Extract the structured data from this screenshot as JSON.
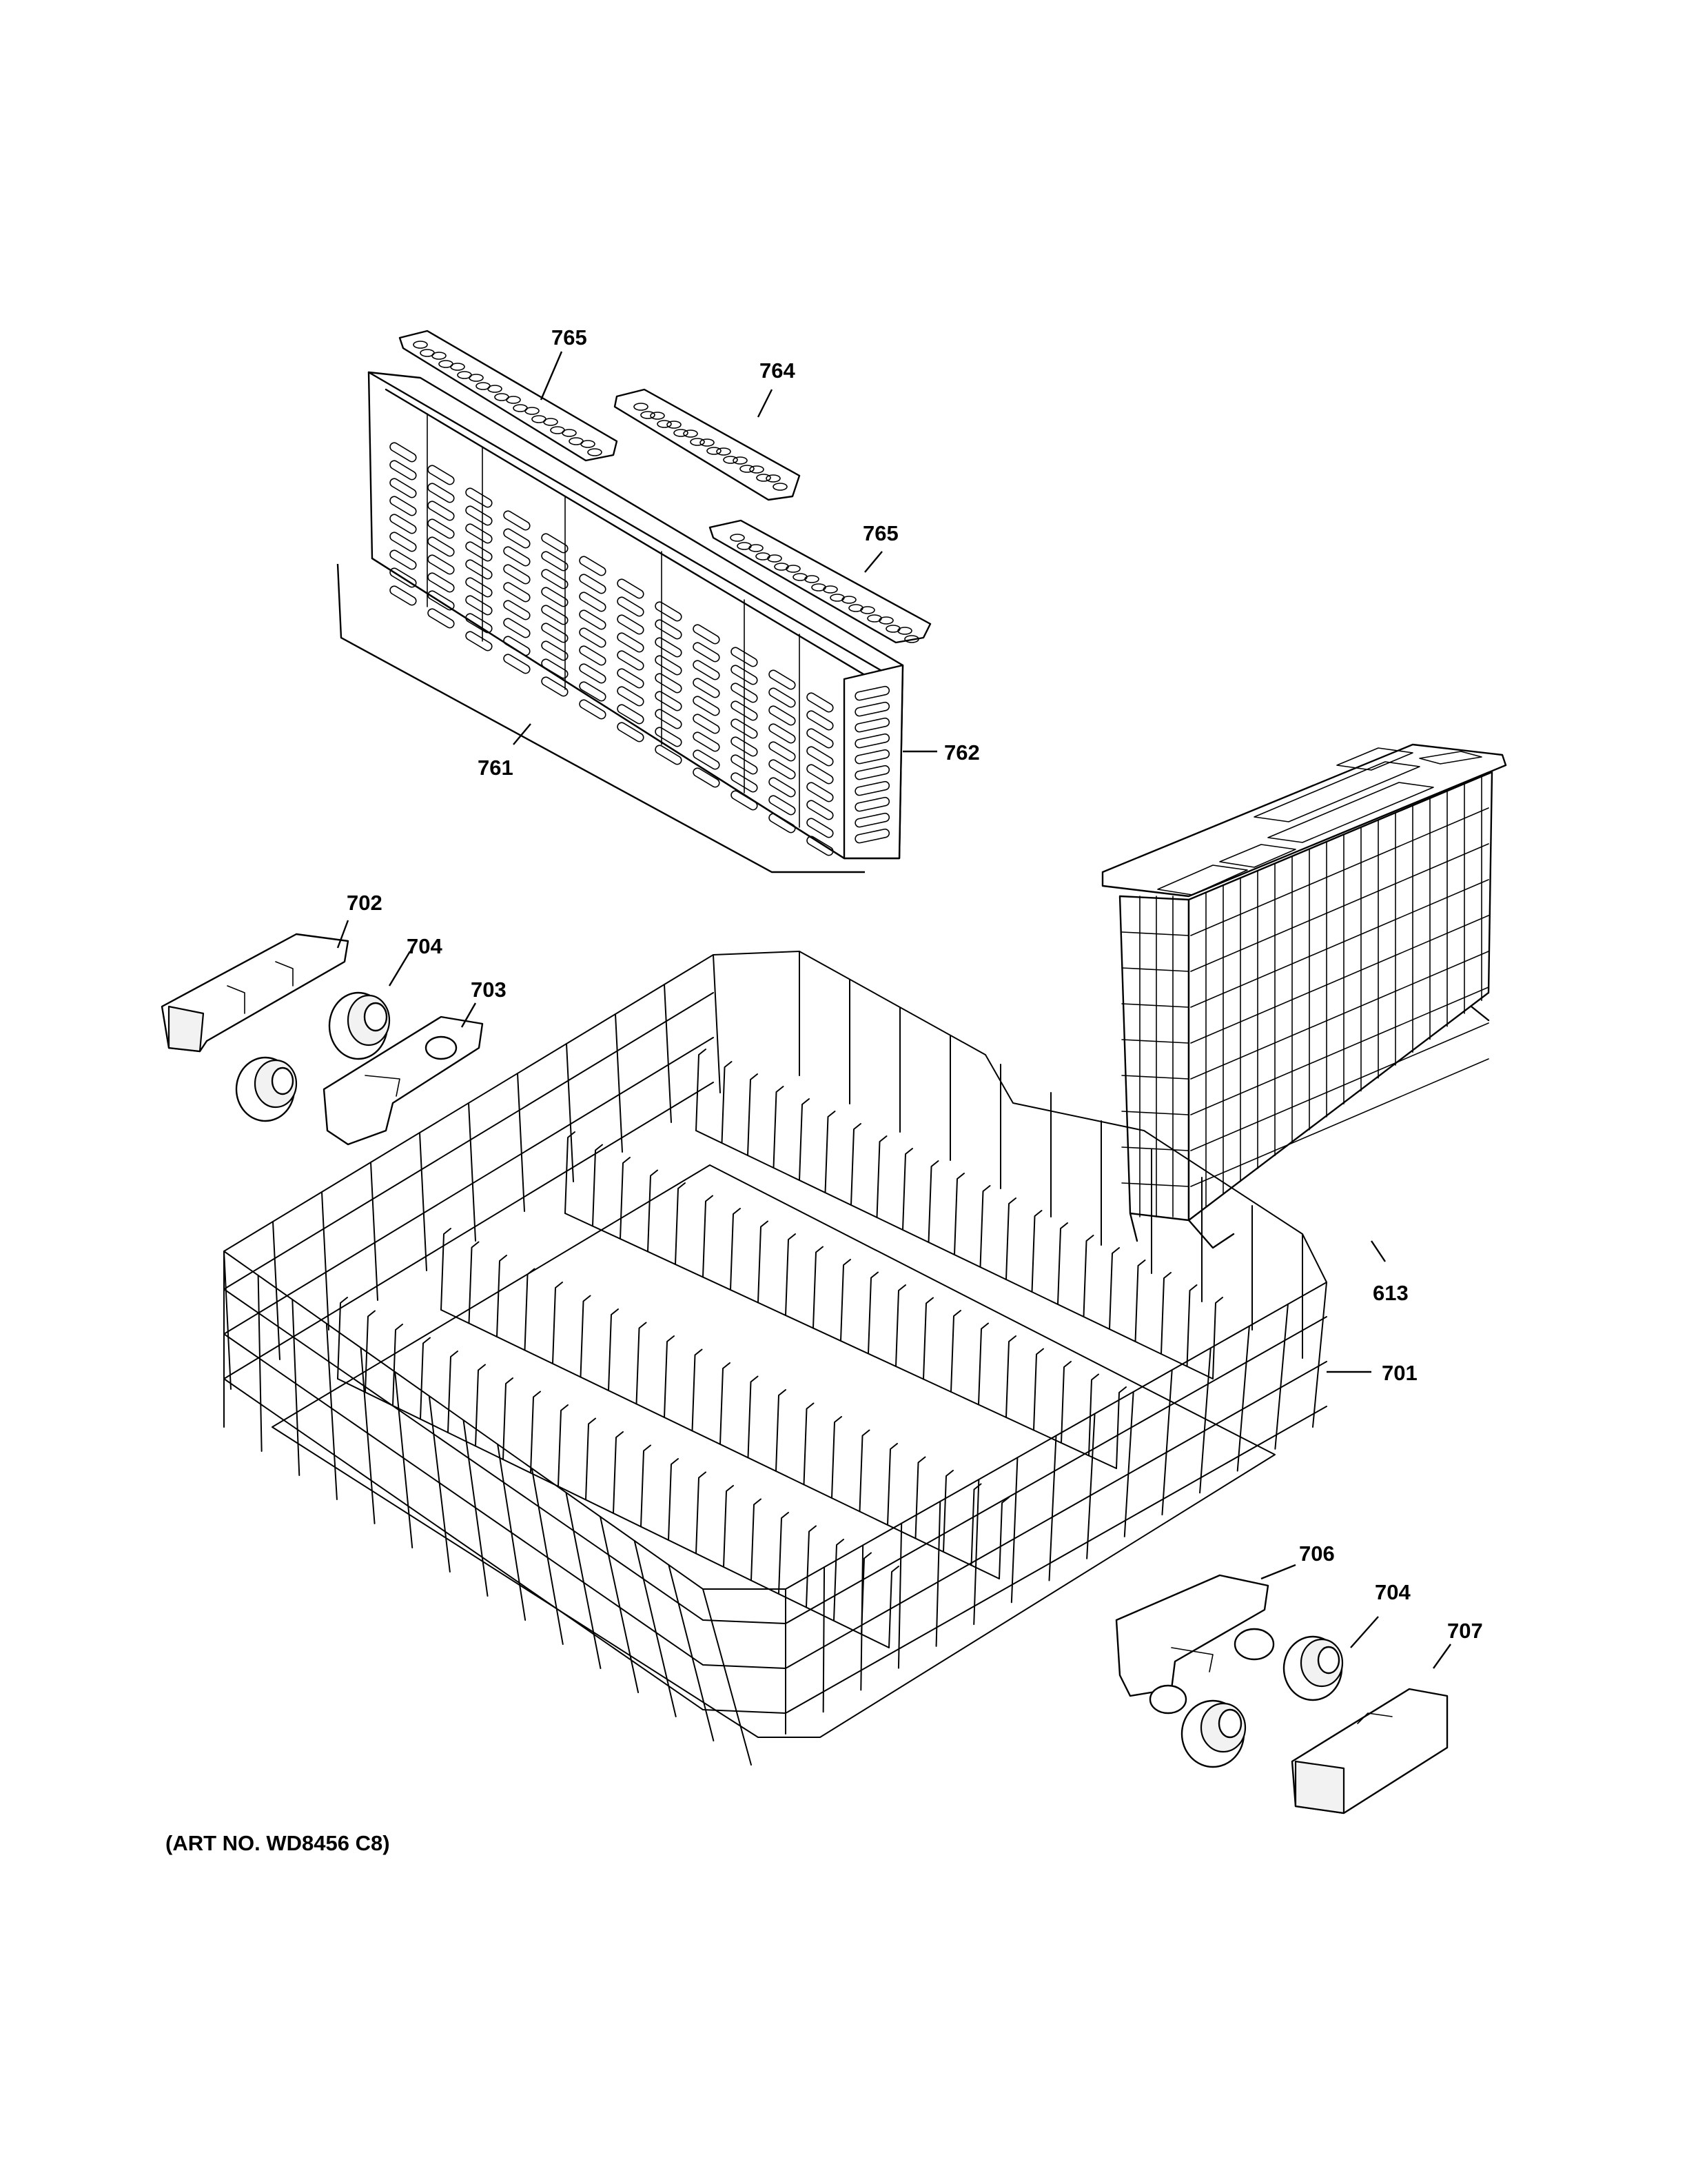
{
  "callouts": [
    {
      "id": "c765a",
      "label": "765"
    },
    {
      "id": "c764",
      "label": "764"
    },
    {
      "id": "c765b",
      "label": "765"
    },
    {
      "id": "c762",
      "label": "762"
    },
    {
      "id": "c761",
      "label": "761"
    },
    {
      "id": "c702",
      "label": "702"
    },
    {
      "id": "c704a",
      "label": "704"
    },
    {
      "id": "c703",
      "label": "703"
    },
    {
      "id": "c613",
      "label": "613"
    },
    {
      "id": "c701",
      "label": "701"
    },
    {
      "id": "c706",
      "label": "706"
    },
    {
      "id": "c704b",
      "label": "704"
    },
    {
      "id": "c707",
      "label": "707"
    }
  ],
  "art_number": "(ART NO. WD8456 C8)"
}
